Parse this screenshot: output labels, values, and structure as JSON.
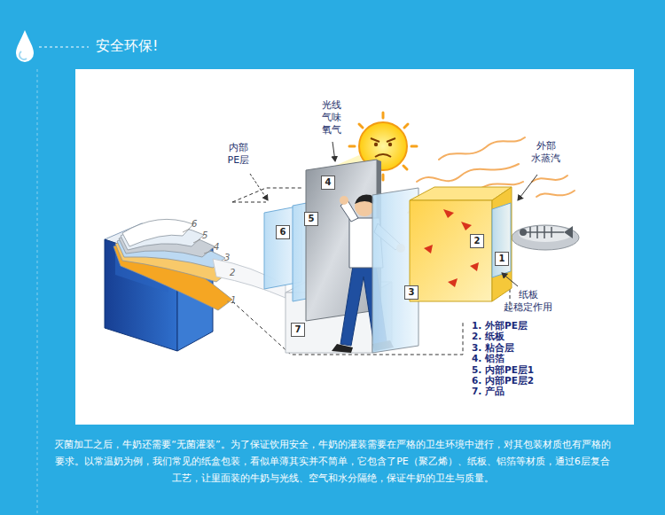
{
  "diagram": {
    "title": "安全环保!",
    "caption": "灭菌加工之后，牛奶还需要“无菌灌装”。为了保证饮用安全，牛奶的灌装需要在严格的卫生环境中进行，对其包装材质也有严格的要求。以常温奶为例，我们常见的纸盒包装，看似单薄其实并不简单，它包含了PE（聚乙烯）、纸板、铝箔等材质，通过6层复合工艺，让里面装的牛奶与光线、空气和水分隔绝，保证牛奶的卫生与质量。",
    "labels": [
      "光线 气味 氧气",
      "内部 PE层",
      "外部 水蒸汽",
      "纸板 起稳定作用",
      "1. 外部PE层",
      "2. 纸板",
      "3. 粘合层",
      "4. 铝箔",
      "5. 内部PE层1",
      "6. 内部PE层2",
      "7. 产品",
      "4",
      "6",
      "5",
      "3",
      "2",
      "1",
      "7",
      "6",
      "5",
      "4",
      "3",
      "2",
      "1"
    ]
  }
}
